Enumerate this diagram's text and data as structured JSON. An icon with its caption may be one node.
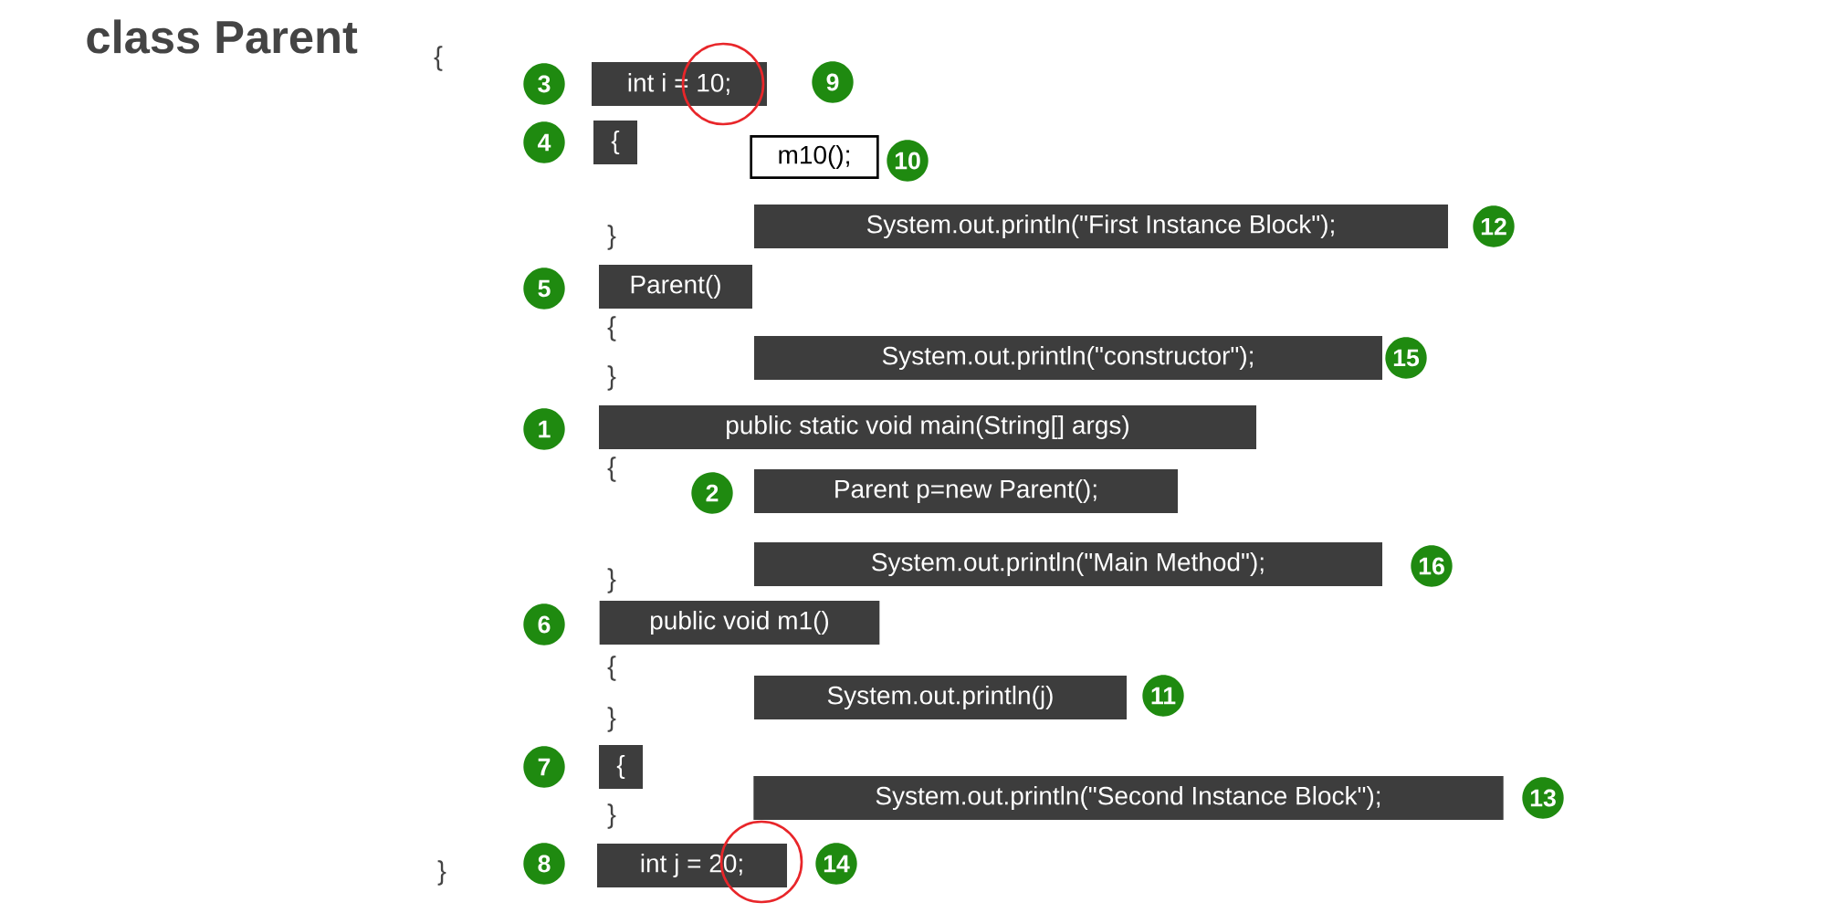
{
  "diagram": {
    "title": "class Parent",
    "nodes": [
      {
        "text": [
          "int i = 10;"
        ]
      },
      {
        "text": [
          "3"
        ]
      },
      {
        "text": [
          "9"
        ]
      },
      {
        "text": [
          "{"
        ]
      },
      {
        "text": [
          "4"
        ]
      },
      {
        "text": [
          "m10();"
        ]
      },
      {
        "text": [
          "10"
        ]
      },
      {
        "text": [
          "System.out.println(\"First Instance Block\");"
        ]
      },
      {
        "text": [
          "12"
        ]
      },
      {
        "text": [
          "5"
        ]
      },
      {
        "text": [
          "Parent()"
        ]
      },
      {
        "text": [
          "System.out.println(\"constructor\");"
        ]
      },
      {
        "text": [
          "15"
        ]
      },
      {
        "text": [
          "1"
        ]
      },
      {
        "text": [
          "public static void main(String[] args)"
        ]
      },
      {
        "text": [
          "2"
        ]
      },
      {
        "text": [
          "Parent p=new Parent();"
        ]
      },
      {
        "text": [
          "System.out.println(\"Main Method\");"
        ]
      },
      {
        "text": [
          "16"
        ]
      },
      {
        "text": [
          "6"
        ]
      },
      {
        "text": [
          "public void m1()"
        ]
      },
      {
        "text": [
          "System.out.println(j)"
        ]
      },
      {
        "text": [
          "11"
        ]
      },
      {
        "text": [
          "7"
        ]
      },
      {
        "text": [
          "{"
        ]
      },
      {
        "text": [
          "System.out.println(\"Second Instance Block\");"
        ]
      },
      {
        "text": [
          "13"
        ]
      },
      {
        "text": [
          "8"
        ]
      },
      {
        "text": [
          "int j = 20;"
        ]
      },
      {
        "text": [
          "14"
        ]
      }
    ],
    "labels": [
      "{",
      "}",
      "{",
      "}",
      "{",
      "}",
      "{",
      "}",
      "}",
      "}"
    ]
  }
}
